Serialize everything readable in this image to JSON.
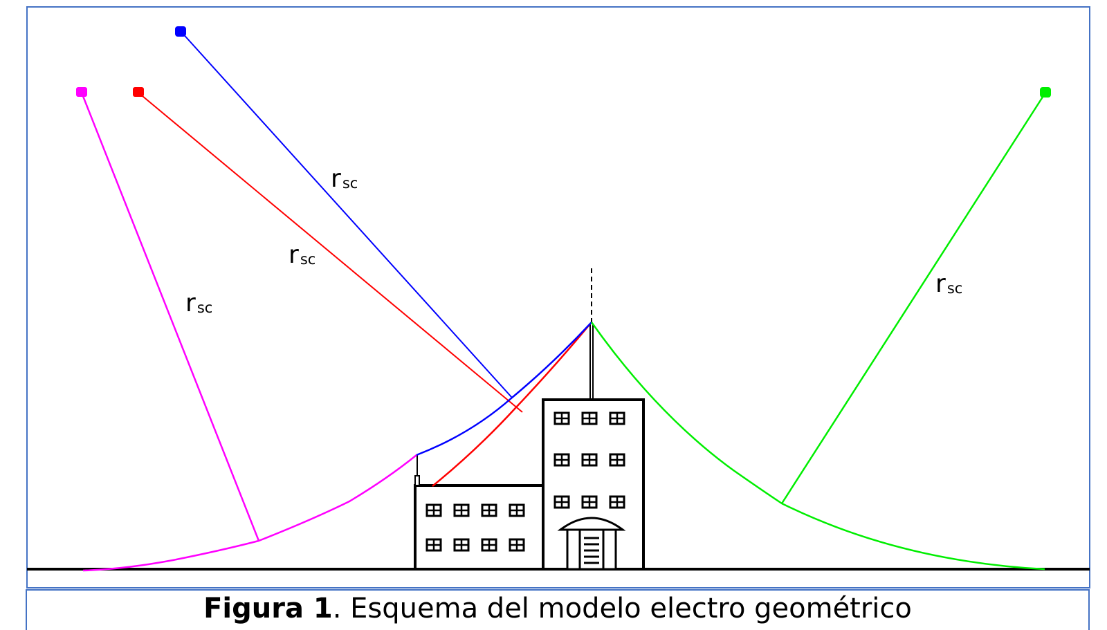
{
  "diagram": {
    "radius_label": "r",
    "radius_subscript": "sc",
    "colors": {
      "frame": "#4472c4",
      "magenta": "#ff00ff",
      "red": "#ff0000",
      "blue": "#0000ff",
      "green": "#00ee00",
      "ink": "#000000"
    }
  },
  "caption": {
    "bold": "Figura 1",
    "text": ". Esquema del modelo electro geométrico"
  }
}
